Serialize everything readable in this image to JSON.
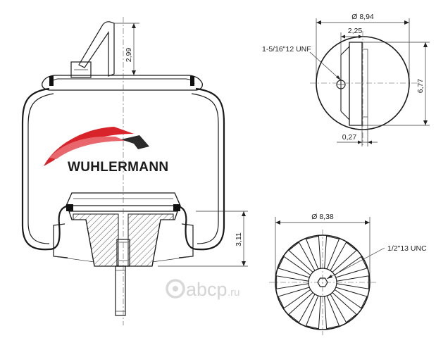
{
  "brand": {
    "name": "WUHLERMANN",
    "swoosh_colors": [
      "#d8232a",
      "#e04048",
      "#2b2b2b"
    ]
  },
  "watermark": {
    "name": "abcp",
    "suffix": ".ru"
  },
  "dimensions": {
    "bracket_height": "2,99",
    "piston_height": "3,11",
    "top_diameter": "Ø 8,94",
    "stud_offset": "2,25",
    "plate_height": "6,77",
    "bracket_thickness": "0,27",
    "bottom_diameter": "Ø 8,38",
    "top_thread": "1-5/16\"12 UNF",
    "bottom_thread": "1/2\"13 UNC"
  }
}
